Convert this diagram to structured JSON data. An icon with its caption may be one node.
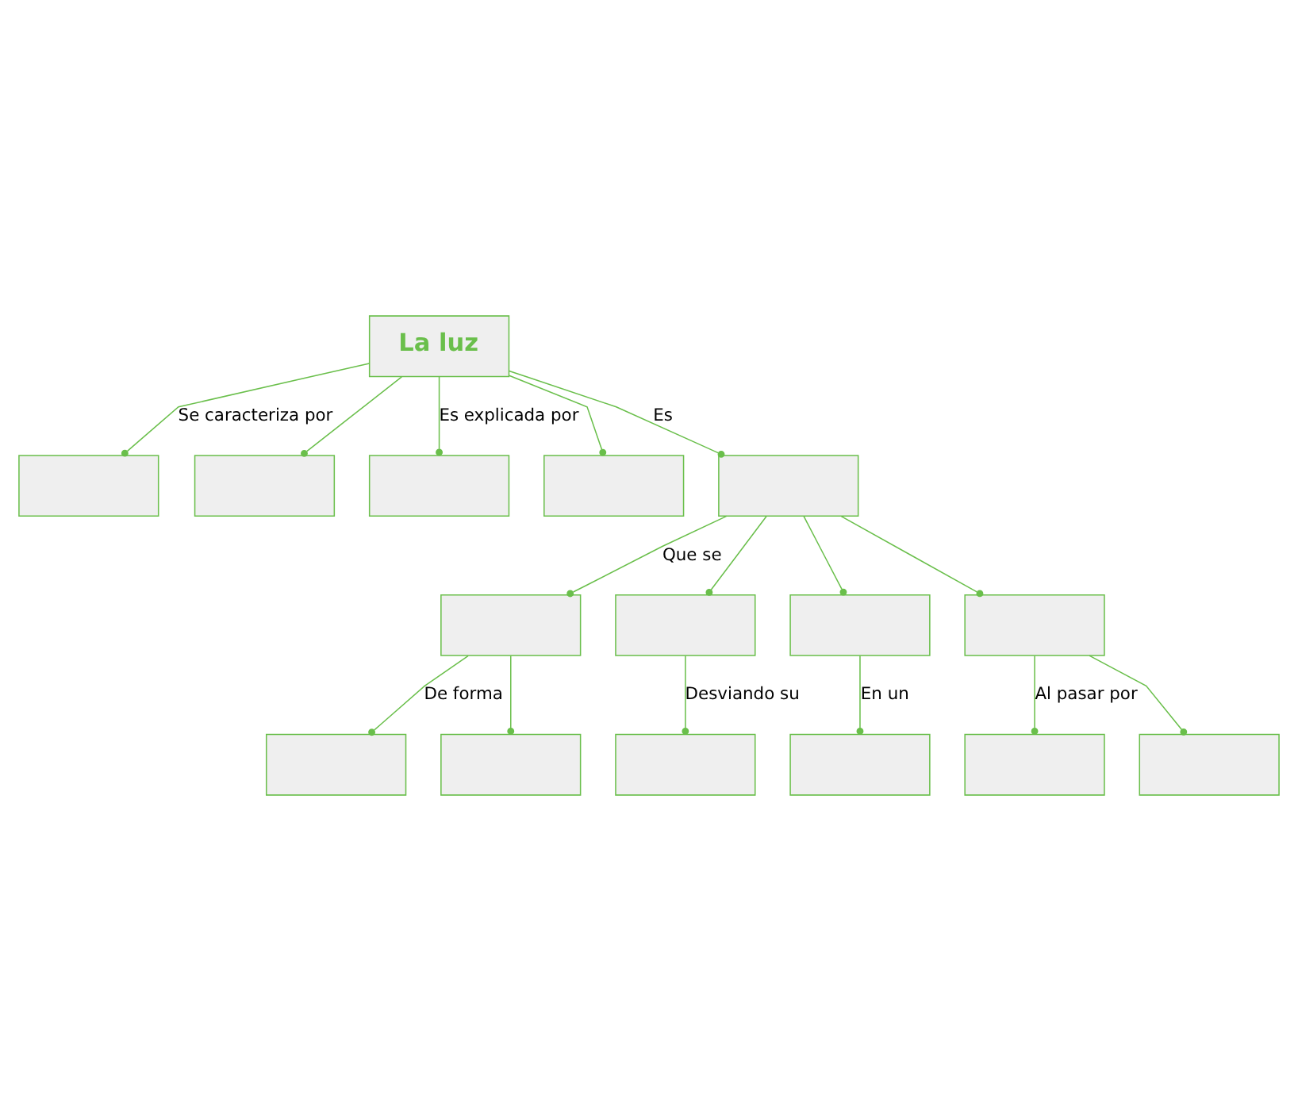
{
  "diagram": {
    "nodes": [
      {
        "text": [
          "La luz"
        ]
      },
      {
        "text": [],
        "shape": "box"
      },
      {
        "text": [],
        "shape": "box"
      },
      {
        "text": [],
        "shape": "box"
      },
      {
        "text": [],
        "shape": "box"
      },
      {
        "text": [],
        "shape": "box"
      },
      {
        "text": [],
        "shape": "box"
      },
      {
        "text": [],
        "shape": "box"
      },
      {
        "text": [],
        "shape": "box"
      },
      {
        "text": [],
        "shape": "box"
      },
      {
        "text": [],
        "shape": "box"
      },
      {
        "text": [],
        "shape": "box"
      },
      {
        "text": [],
        "shape": "box"
      },
      {
        "text": [],
        "shape": "box"
      },
      {
        "text": [],
        "shape": "box"
      },
      {
        "text": [],
        "shape": "box"
      }
    ],
    "edges": [
      {
        "from": 0,
        "to": 1,
        "arrow": "other",
        "label": "Se caracteriza por"
      },
      {
        "from": 0,
        "to": 2,
        "arrow": "other"
      },
      {
        "from": 0,
        "to": 5,
        "arrow": "other",
        "label": "Es"
      },
      {
        "from": 0,
        "to": 3,
        "arrow": "other",
        "label": "Es explicada por"
      },
      {
        "from": 0,
        "to": 4,
        "arrow": "other"
      },
      {
        "from": 5,
        "to": 6,
        "arrow": "other",
        "label": "Que se"
      },
      {
        "from": 5,
        "to": 7,
        "arrow": "other"
      },
      {
        "from": 5,
        "to": 8,
        "arrow": "other"
      },
      {
        "from": 5,
        "to": 9,
        "arrow": "other"
      },
      {
        "from": 6,
        "to": 10,
        "arrow": "other",
        "label": "De forma"
      },
      {
        "from": 6,
        "to": 11,
        "arrow": "other"
      },
      {
        "from": 7,
        "to": 12,
        "arrow": "other",
        "label": "Desviando su"
      },
      {
        "from": 8,
        "to": 13,
        "arrow": "other",
        "label": "En un"
      },
      {
        "from": 9,
        "to": 14,
        "arrow": "other",
        "label": "Al pasar por"
      },
      {
        "from": 9,
        "to": 15,
        "arrow": "other"
      }
    ]
  }
}
